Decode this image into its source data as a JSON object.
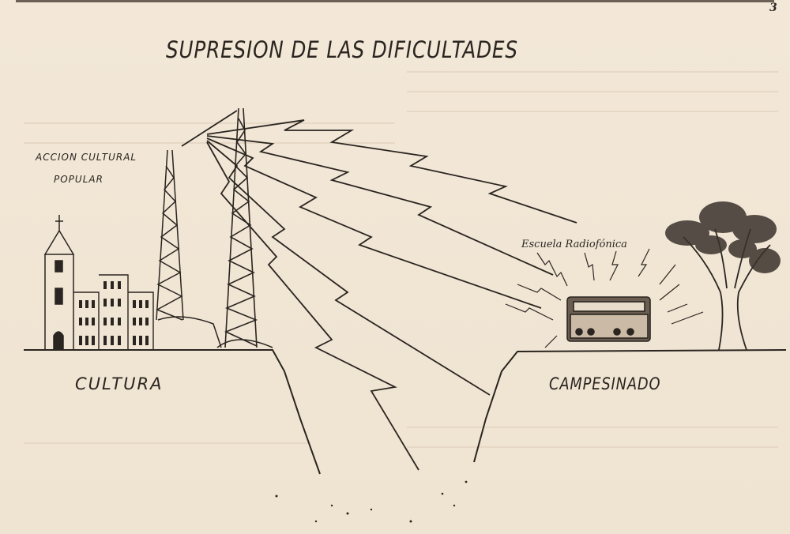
{
  "page_number": "3",
  "illustration": {
    "title": "SUPRESION DE LAS DIFICULTADES",
    "sender_label_line1": "ACCION CULTURAL",
    "sender_label_line2": "POPULAR",
    "left_label": "CULTURA",
    "right_label": "CAMPESINADO",
    "receiver_label": "Escuela Radiofónica"
  },
  "colors": {
    "paper": "#f2e7d7",
    "ink": "#2a2520"
  }
}
